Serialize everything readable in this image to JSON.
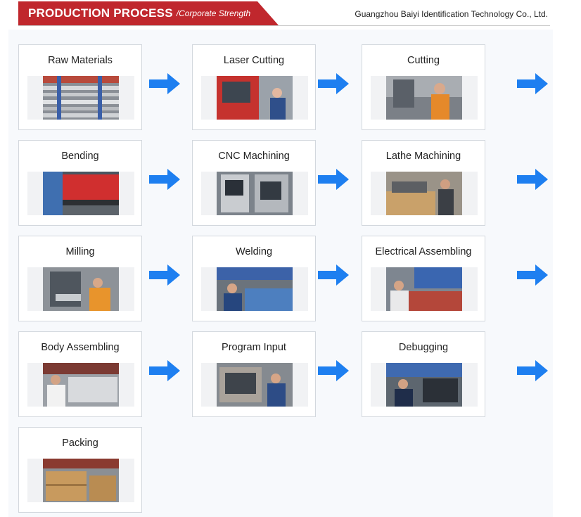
{
  "header": {
    "title": "PRODUCTION PROCESS",
    "subtitle": "/Corporate Strength",
    "company": "Guangzhou Baiyi Identification Technology Co., Ltd.",
    "banner_color": "#c0272d"
  },
  "arrow_color": "#1e7ff0",
  "steps": [
    {
      "label": "Raw Materials"
    },
    {
      "label": "Laser Cutting"
    },
    {
      "label": "Cutting"
    },
    {
      "label": "Bending"
    },
    {
      "label": "CNC Machining"
    },
    {
      "label": "Lathe Machining"
    },
    {
      "label": "Milling"
    },
    {
      "label": "Welding"
    },
    {
      "label": "Electrical Assembling"
    },
    {
      "label": "Body Assembling"
    },
    {
      "label": "Program Input"
    },
    {
      "label": "Debugging"
    },
    {
      "label": "Packing"
    }
  ]
}
